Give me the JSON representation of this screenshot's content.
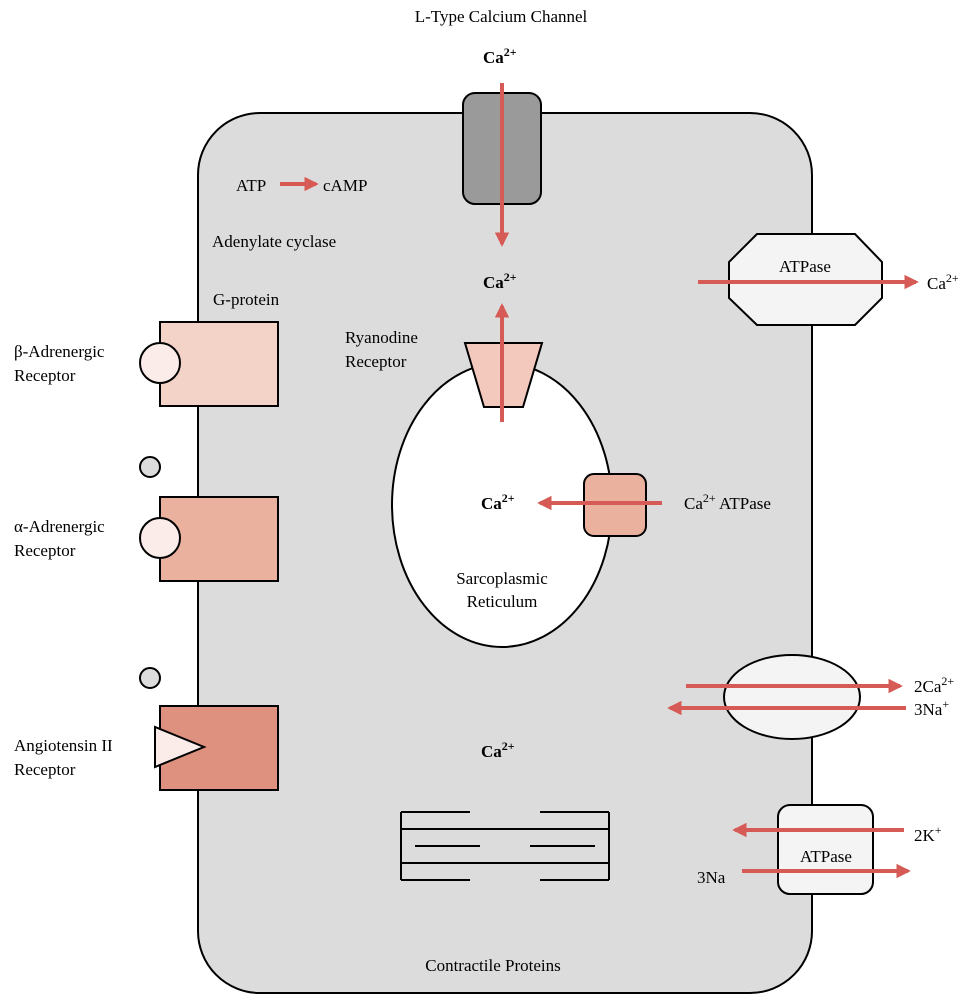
{
  "colors": {
    "cell_fill": "#dcdcdc",
    "outline": "#000000",
    "arrow": "#d65b57",
    "channel_gray": "#9a9a9a",
    "beta_receptor": "#f3d2c8",
    "alpha_receptor": "#e9b19e",
    "angiotensin_receptor": "#df9180",
    "ryanodine": "#f3c8bd",
    "serca": "#e9b19e",
    "pump_fill": "#f4f4f4",
    "white": "#ffffff"
  },
  "labels": {
    "l_type_channel": "L-Type Calcium Channel",
    "ca_top": "Ca",
    "ca_cytosol_upper": "Ca",
    "ca_sr": "Ca",
    "ca_cytosol_lower": "Ca",
    "ca_charge": "2+",
    "atp": "ATP",
    "camp": "cAMP",
    "adenylate_cyclase": "Adenylate cyclase",
    "g_protein": "G-protein",
    "beta_receptor_line1": "β-Adrenergic",
    "beta_receptor_line2": "Receptor",
    "alpha_receptor_line1": "α-Adrenergic",
    "alpha_receptor_line2": "Receptor",
    "angiotensin_line1": "Angiotensin II",
    "angiotensin_line2": "Receptor",
    "ryanodine_line1": "Ryanodine",
    "ryanodine_line2": "Receptor",
    "sr_line1": "Sarcoplasmic",
    "sr_line2": "Reticulum",
    "serca_ca": "Ca",
    "serca_atpase": " ATPase",
    "membrane_atpase": "ATPase",
    "membrane_atpase_ca": "Ca",
    "exchanger_ca": "2Ca",
    "exchanger_na": "3Na",
    "plus": "+",
    "nak_atpase": "ATPase",
    "nak_k": "2K",
    "nak_na": "3Na",
    "contractile_proteins": "Contractile Proteins"
  }
}
